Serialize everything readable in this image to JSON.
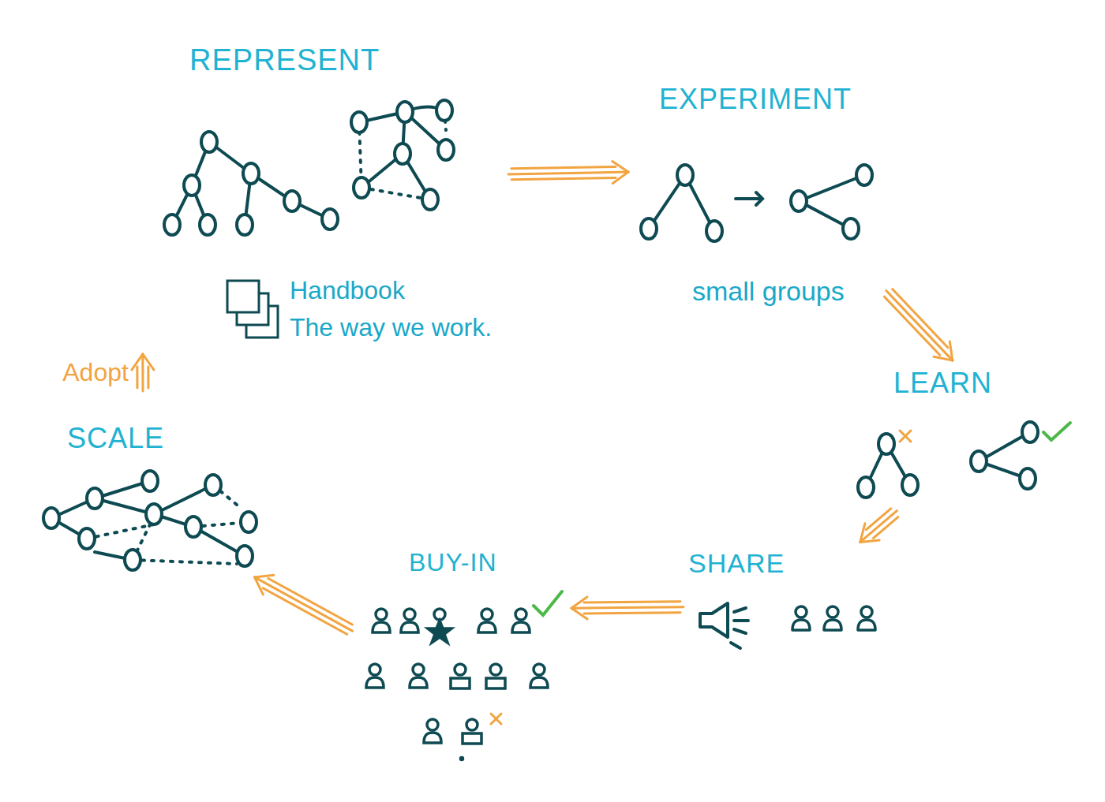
{
  "diagram": {
    "nodes": [
      {
        "text": [
          "REPRESENT",
          "Handbook",
          "The way we work."
        ]
      },
      {
        "text": [
          "EXPERIMENT",
          "small groups"
        ]
      },
      {
        "text": [
          "LEARN"
        ]
      },
      {
        "text": [
          "SHARE"
        ]
      },
      {
        "text": [
          "BUY-IN"
        ]
      },
      {
        "text": [
          "SCALE"
        ]
      }
    ],
    "edges": [
      {
        "from": 0,
        "to": 1,
        "arrow": "to"
      },
      {
        "from": 1,
        "to": 2,
        "arrow": "to"
      },
      {
        "from": 2,
        "to": 3,
        "arrow": "to"
      },
      {
        "from": 3,
        "to": 4,
        "arrow": "to"
      },
      {
        "from": 4,
        "to": 5,
        "arrow": "to"
      },
      {
        "from": 5,
        "to": 0,
        "arrow": "to",
        "label": "Adopt"
      }
    ]
  }
}
